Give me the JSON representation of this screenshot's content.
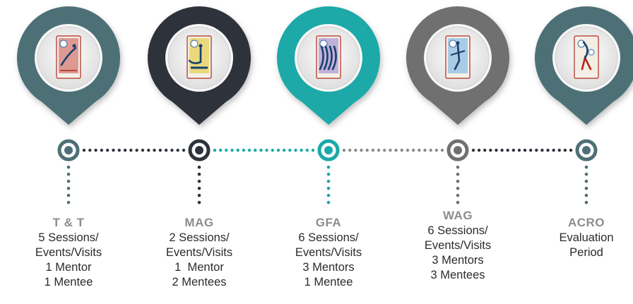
{
  "milestones": [
    {
      "title": "T & T",
      "lines": [
        "5 Sessions/",
        "Events/Visits",
        "1 Mentor",
        "1 Mentee"
      ],
      "pin_color": "#4e6f77",
      "node_color": "#4e6f77",
      "icon": "trampoline-gymnast-icon"
    },
    {
      "title": "MAG",
      "lines": [
        "2 Sessions/",
        "Events/Visits",
        "1  Mentor",
        "2 Mentees"
      ],
      "pin_color": "#2d333b",
      "node_color": "#2d333b",
      "icon": "pommel-horse-gymnast-icon"
    },
    {
      "title": "GFA",
      "lines": [
        "6 Sessions/",
        "Events/Visits",
        "3 Mentors",
        "1 Mentee"
      ],
      "pin_color": "#1aa9a8",
      "node_color": "#1aa9a8",
      "icon": "group-gymnasts-icon"
    },
    {
      "title": "WAG",
      "lines": [
        "6 Sessions/",
        "Events/Visits",
        "3 Mentors",
        "3 Mentees"
      ],
      "pin_color": "#707070",
      "node_color": "#707070",
      "icon": "balance-beam-gymnast-icon"
    },
    {
      "title": "ACRO",
      "lines": [
        "Evaluation",
        "Period"
      ],
      "pin_color": "#4e6f77",
      "node_color": "#4e6f77",
      "icon": "acrobatic-pair-icon"
    }
  ],
  "connector_colors": [
    "#2d333b",
    "#1aa9a8",
    "#8a8a8a",
    "#2d333b"
  ]
}
